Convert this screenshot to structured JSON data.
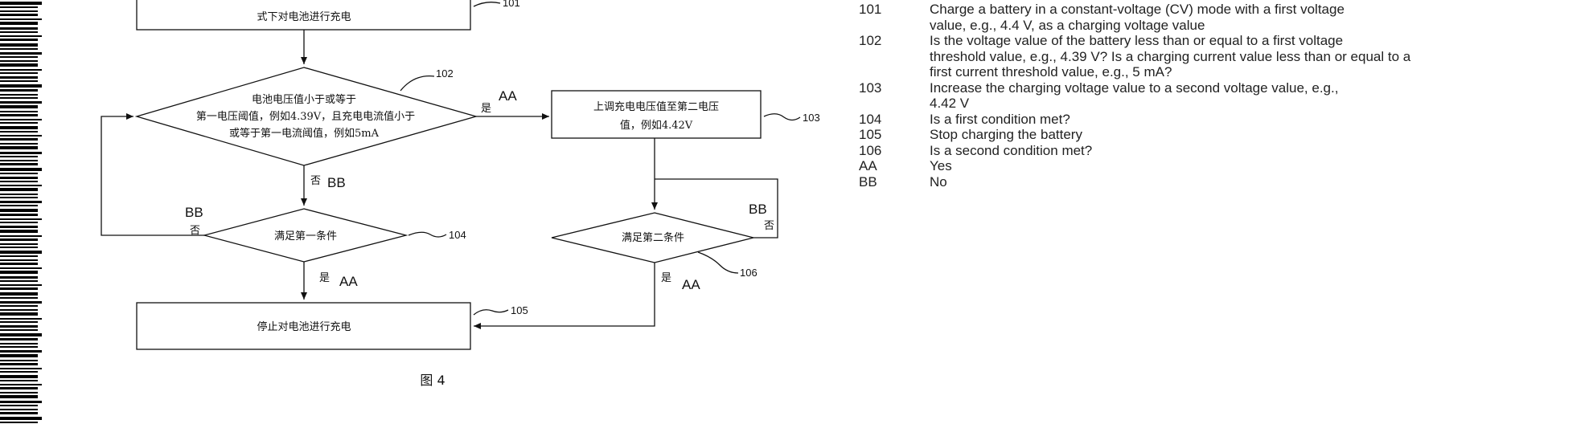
{
  "nodes": {
    "101": {
      "id": "101",
      "text": "式下对电池进行充电"
    },
    "102": {
      "id": "102",
      "lines": [
        "电池电压值小于或等于",
        "第一电压阈值，例如4.39V，且充电电流值小于",
        "或等于第一电流阈值，例如5mA"
      ]
    },
    "103": {
      "id": "103",
      "lines": [
        "上调充电电压值至第二电压",
        "值，例如4.42V"
      ]
    },
    "104": {
      "id": "104",
      "text": "满足第一条件"
    },
    "105": {
      "id": "105",
      "text": "停止对电池进行充电"
    },
    "106": {
      "id": "106",
      "text": "满足第二条件"
    }
  },
  "edge_labels": {
    "yes_cn": "是",
    "no_cn": "否",
    "yes_en": "AA",
    "no_en": "BB"
  },
  "figure_caption": "图 4",
  "legend": [
    {
      "num": "101",
      "lines": [
        "Charge a battery in a constant-voltage (CV) mode with a first voltage",
        "value, e.g., 4.4 V, as a charging voltage value"
      ]
    },
    {
      "num": "102",
      "lines": [
        "Is the voltage value of the battery less than or equal to a first voltage",
        "threshold value, e.g., 4.39 V? Is a charging current value less than or equal to a",
        "first current threshold value, e.g., 5 mA?"
      ]
    },
    {
      "num": "103",
      "lines": [
        "Increase the charging voltage value to a second voltage value, e.g.,",
        "4.42 V"
      ]
    },
    {
      "num": "104",
      "lines": [
        "Is a first condition met?"
      ]
    },
    {
      "num": "105",
      "lines": [
        "Stop charging the battery"
      ]
    },
    {
      "num": "106",
      "lines": [
        "Is a second condition met?"
      ]
    },
    {
      "num": "AA",
      "lines": [
        "Yes"
      ]
    },
    {
      "num": "BB",
      "lines": [
        "No"
      ]
    }
  ]
}
